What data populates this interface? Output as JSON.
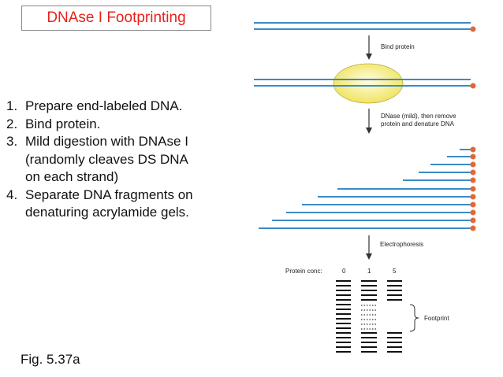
{
  "title": "DNAse I Footprinting",
  "steps": [
    {
      "num": "1.",
      "text": "Prepare end-labeled DNA."
    },
    {
      "num": "2.",
      "text": "Bind protein."
    },
    {
      "num": "3.",
      "text": "Mild digestion with DNAse I\n(randomly cleaves DS DNA\non each strand)"
    },
    {
      "num": "4.",
      "text": "Separate DNA fragments on\ndenaturing acrylamide gels."
    }
  ],
  "caption": "Fig. 5.37a",
  "diagram": {
    "bind_label": "Bind protein",
    "dnase_label_1": "DNase (mild), then remove",
    "dnase_label_2": "protein and denature DNA",
    "electro_label": "Electrophoresis",
    "protein_conc_label": "Protein conc:",
    "lanes": [
      "0",
      "1",
      "5"
    ],
    "footprint_label": "Footprint",
    "colors": {
      "dna": "#3b8bc4",
      "label": "#e0683a",
      "protein": "#f3e97a",
      "arrow": "#333333"
    }
  }
}
